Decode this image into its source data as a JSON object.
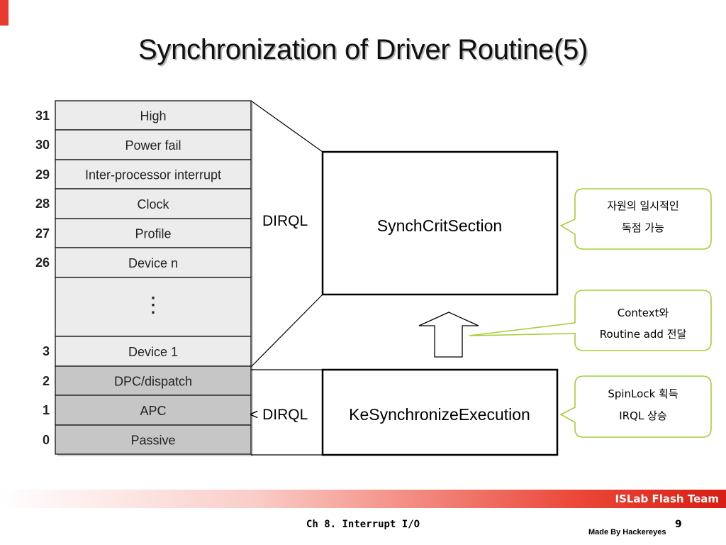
{
  "slide": {
    "title": "Synchronization of Driver Routine(5)",
    "accent_color": "#e83a2f"
  },
  "irql_table": {
    "levels": [
      {
        "number": "31",
        "label": "High",
        "shaded": false
      },
      {
        "number": "30",
        "label": "Power fail",
        "shaded": false
      },
      {
        "number": "29",
        "label": "Inter-processor interrupt",
        "shaded": false
      },
      {
        "number": "28",
        "label": "Clock",
        "shaded": false
      },
      {
        "number": "27",
        "label": "Profile",
        "shaded": false
      },
      {
        "number": "26",
        "label": "Device n",
        "shaded": false
      },
      {
        "number": "",
        "label": "⋮",
        "shaded": false
      },
      {
        "number": "3",
        "label": "Device 1",
        "shaded": false
      },
      {
        "number": "2",
        "label": "DPC/dispatch",
        "shaded": true
      },
      {
        "number": "1",
        "label": "APC",
        "shaded": true
      },
      {
        "number": "0",
        "label": "Passive",
        "shaded": true
      }
    ],
    "fill_light": "#ececec",
    "fill_shaded": "#c6c6c6"
  },
  "labels": {
    "dirql": "DIRQL",
    "below_dirql": "< DIRQL"
  },
  "boxes": {
    "synch": "SynchCritSection",
    "ke": "KeSynchronizeExecution"
  },
  "callouts": [
    {
      "line1": "자원의 일시적인",
      "line2": "독점 가능"
    },
    {
      "line1": "Context와",
      "line2": "Routine add 전달"
    },
    {
      "line1": "SpinLock 획득",
      "line2": "IRQL 상승"
    }
  ],
  "callout_border": "#a6cf3a",
  "footer": {
    "team": "ISLab Flash Team",
    "chapter": "Ch 8. Interrupt I/O",
    "page": "9",
    "author": "Made By Hackereyes"
  }
}
